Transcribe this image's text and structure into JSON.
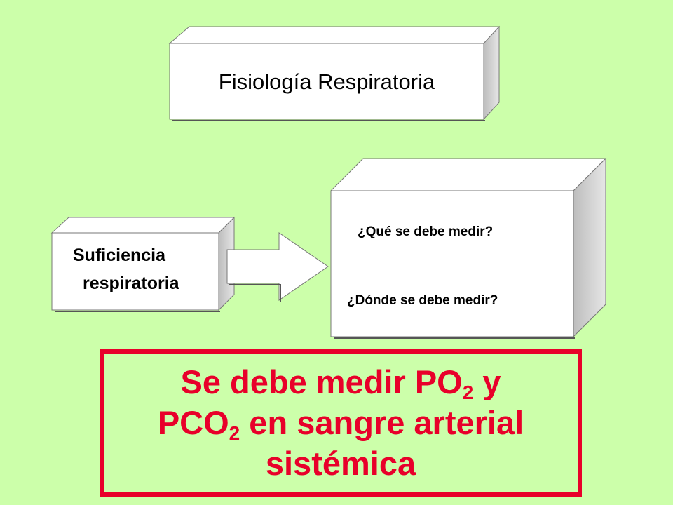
{
  "title_box": {
    "label": "Fisiología Respiratoria"
  },
  "left_box": {
    "line1": "Suficiencia",
    "line2": "respiratoria"
  },
  "right_box": {
    "question1": "¿Qué se debe medir?",
    "question2": "¿Dónde se debe medir?"
  },
  "conclusion": {
    "part1": "Se debe medir PO",
    "sub1": "2",
    "part2": " y",
    "part3": "PCO",
    "sub2": "2",
    "part4": " en sangre arterial",
    "part5": "sistémica"
  },
  "colors": {
    "background": "#ccffaa",
    "conclusion": "#e8002a",
    "box_fill": "#ffffff",
    "box_side": "#cccccc"
  }
}
